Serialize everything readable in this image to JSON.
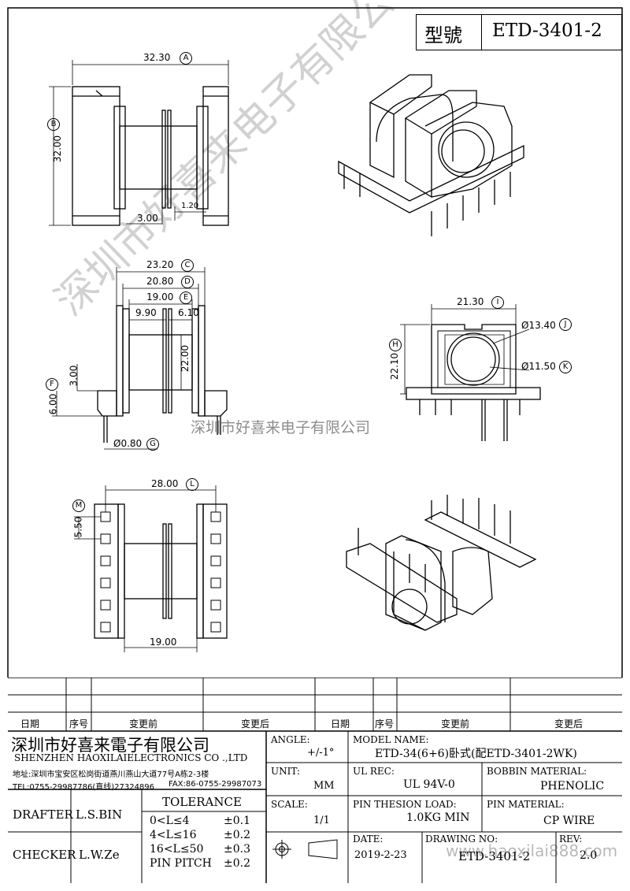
{
  "title_block": {
    "model_label": "型號",
    "model_value": "ETD-3401-2"
  },
  "views": {
    "top": {
      "dim_a": "32.30",
      "dim_a_tag": "A",
      "dim_b": "32.00",
      "dim_b_tag": "B",
      "dim_3": "3.00",
      "dim_120": "1.20"
    },
    "front": {
      "dim_c": "23.20",
      "dim_c_tag": "C",
      "dim_d": "20.80",
      "dim_d_tag": "D",
      "dim_e": "19.00",
      "dim_e_tag": "E",
      "dim_990": "9.90",
      "dim_610": "6.10",
      "dim_2200": "22.00",
      "dim_300": "3.00",
      "dim_f": "6.00",
      "dim_f_tag": "F",
      "dim_g": "Ø0.80",
      "dim_g_tag": "G"
    },
    "side": {
      "dim_i": "21.30",
      "dim_i_tag": "I",
      "dim_h": "22.10",
      "dim_h_tag": "H",
      "dim_j": "Ø13.40",
      "dim_j_tag": "J",
      "dim_k": "Ø11.50",
      "dim_k_tag": "K"
    },
    "bottom": {
      "dim_l": "28.00",
      "dim_l_tag": "L",
      "dim_m": "5.50",
      "dim_m_tag": "M",
      "dim_1900": "19.00"
    }
  },
  "watermark": {
    "diagonal": "深圳市好喜来电子有限公司",
    "horizontal": "深圳市好喜来电子有限公司",
    "url": "www.haoxilai888.com"
  },
  "revision_table": {
    "headers": [
      "日期",
      "序号",
      "变更前",
      "变更后",
      "日期",
      "序号",
      "变更前",
      "变更后"
    ]
  },
  "company": {
    "name_cn": "深圳市好喜来電子有限公司",
    "name_en": "SHENZHEN HAOXILAIELECTRONICS CO .,LTD",
    "address": "地址:深圳市宝安区松岗街道燕川燕山大道77号A栋2-3楼",
    "tel": "TEL:0755-29987786(直线)27324896",
    "fax": "FAX:86-0755-29987073"
  },
  "signoff": {
    "drafter_label": "DRAFTER",
    "drafter_value": "L.S.BIN",
    "checker_label": "CHECKER",
    "checker_value": "L.W.Ze"
  },
  "tolerance": {
    "title": "TOLERANCE",
    "rows": [
      {
        "range": "0<L≤4",
        "value": "±0.1"
      },
      {
        "range": "4<L≤16",
        "value": "±0.2"
      },
      {
        "range": "16<L≤50",
        "value": "±0.3"
      },
      {
        "range": "PIN PITCH",
        "value": "±0.2"
      }
    ]
  },
  "specs": {
    "angle_label": "ANGLE:",
    "angle_value": "+/-1°",
    "unit_label": "UNIT:",
    "unit_value": "MM",
    "scale_label": "SCALE:",
    "scale_value": "1/1",
    "model_name_label": "MODEL NAME:",
    "model_name_value": "ETD-34(6+6)卧式(配ETD-3401-2WK)",
    "ul_label": "UL REC:",
    "ul_value": "UL 94V-0",
    "bobbin_label": "BOBBIN MATERIAL:",
    "bobbin_value": "PHENOLIC",
    "pin_load_label": "PIN THESION LOAD:",
    "pin_load_value": "1.0KG MIN",
    "pin_mat_label": "PIN MATERIAL:",
    "pin_mat_value": "CP  WIRE",
    "date_label": "DATE:",
    "date_value": "2019-2-23",
    "drawing_label": "DRAWING NO:",
    "drawing_value": "ETD-3401-2",
    "rev_label": "REV:",
    "rev_value": "2.0"
  }
}
